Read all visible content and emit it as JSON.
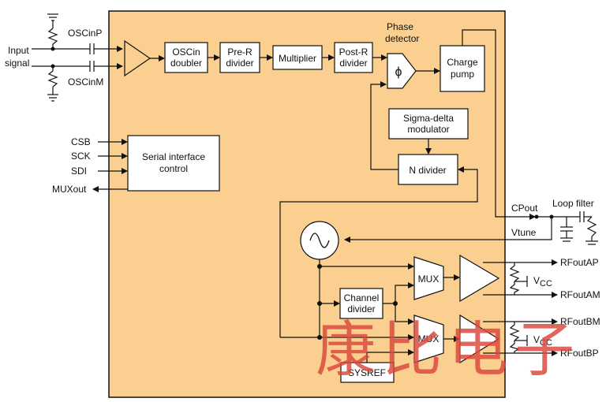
{
  "labels": {
    "input_signal_line1": "Input",
    "input_signal_line2": "signal",
    "osc_in_p": "OSCinP",
    "osc_in_m": "OSCinM",
    "phase_detector_line1": "Phase",
    "phase_detector_line2": "detector",
    "phi": "ϕ",
    "osc_doubler_line1": "OSCin",
    "osc_doubler_line2": "doubler",
    "pre_r_line1": "Pre-R",
    "pre_r_line2": "divider",
    "multiplier": "Multiplier",
    "post_r_line1": "Post-R",
    "post_r_line2": "divider",
    "charge_pump_line1": "Charge",
    "charge_pump_line2": "pump",
    "sigma_delta_line1": "Sigma-delta",
    "sigma_delta_line2": "modulator",
    "n_divider": "N divider",
    "serial_line1": "Serial interface",
    "serial_line2": "control",
    "csb": "CSB",
    "sck": "SCK",
    "sdi": "SDI",
    "muxout": "MUXout",
    "cpout": "CPout",
    "vtune": "Vtune",
    "loop_filter": "Loop filter",
    "mux_a": "MUX",
    "mux_b": "MUX",
    "channel_line1": "Channel",
    "channel_line2": "divider",
    "sysref": "SYSREF",
    "vcc_a": "V",
    "vcc_a_sub": "CC",
    "vcc_b": "V",
    "vcc_b_sub": "CC",
    "rfout_ap": "RFoutAP",
    "rfout_am": "RFoutAM",
    "rfout_bm": "RFoutBM",
    "rfout_bp": "RFoutBP",
    "watermark": "康比电子"
  },
  "colors": {
    "chip_fill": "#fbcf8f",
    "line": "#111111",
    "watermark": "#d9463a"
  }
}
